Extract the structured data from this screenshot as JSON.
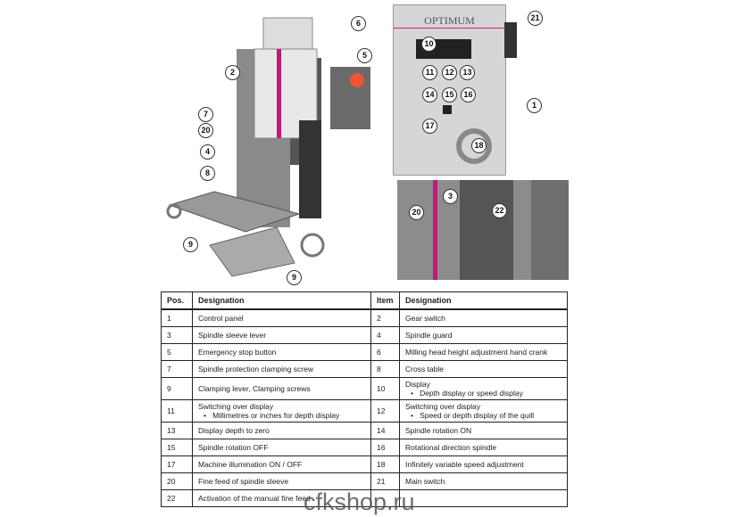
{
  "illustration": {
    "callouts_machine": [
      "6",
      "5",
      "2",
      "7",
      "20",
      "4",
      "8",
      "9",
      "9"
    ],
    "callouts_panel": [
      "21",
      "10",
      "11",
      "12",
      "13",
      "14",
      "15",
      "16",
      "17",
      "18",
      "1"
    ],
    "callouts_detail": [
      "3",
      "20",
      "22"
    ],
    "brand": "OPTIMUM"
  },
  "table": {
    "headers": [
      "Pos.",
      "Designation",
      "Item",
      "Designation"
    ],
    "rows": [
      {
        "pos": "1",
        "des": "Control panel",
        "item": "2",
        "des2": "Gear switch"
      },
      {
        "pos": "3",
        "des": "Spindle sleeve lever",
        "item": "4",
        "des2": "Spindle guard"
      },
      {
        "pos": "5",
        "des": "Emergency stop button",
        "item": "6",
        "des2": "Milling head height adjustment hand crank"
      },
      {
        "pos": "7",
        "des": "Spindle protection clamping screw",
        "item": "8",
        "des2": "Cross table"
      },
      {
        "pos": "9",
        "des": "Clamping lever, Clamping screws",
        "item": "10",
        "des2": "Display",
        "des2_sub": "Depth display or speed display"
      },
      {
        "pos": "11",
        "des": "Switching over display",
        "des_sub": "Millimetres or inches for depth display",
        "item": "12",
        "des2": "Switching over display",
        "des2_sub": "Speed or depth display of the quill"
      },
      {
        "pos": "13",
        "des": "Display depth to zero",
        "item": "14",
        "des2": "Spindle rotation ON"
      },
      {
        "pos": "15",
        "des": "Spindle rotation OFF",
        "item": "16",
        "des2": "Rotational direction spindle"
      },
      {
        "pos": "17",
        "des": "Machine illumination ON / OFF",
        "item": "18",
        "des2": "Infinitely variable speed adjustment"
      },
      {
        "pos": "20",
        "des": "Fine feed of spindle sleeve",
        "item": "21",
        "des2": "Main switch"
      },
      {
        "pos": "22",
        "des": "Activation of the manual fine feed"
      }
    ]
  },
  "watermark": "cfkshop.ru"
}
